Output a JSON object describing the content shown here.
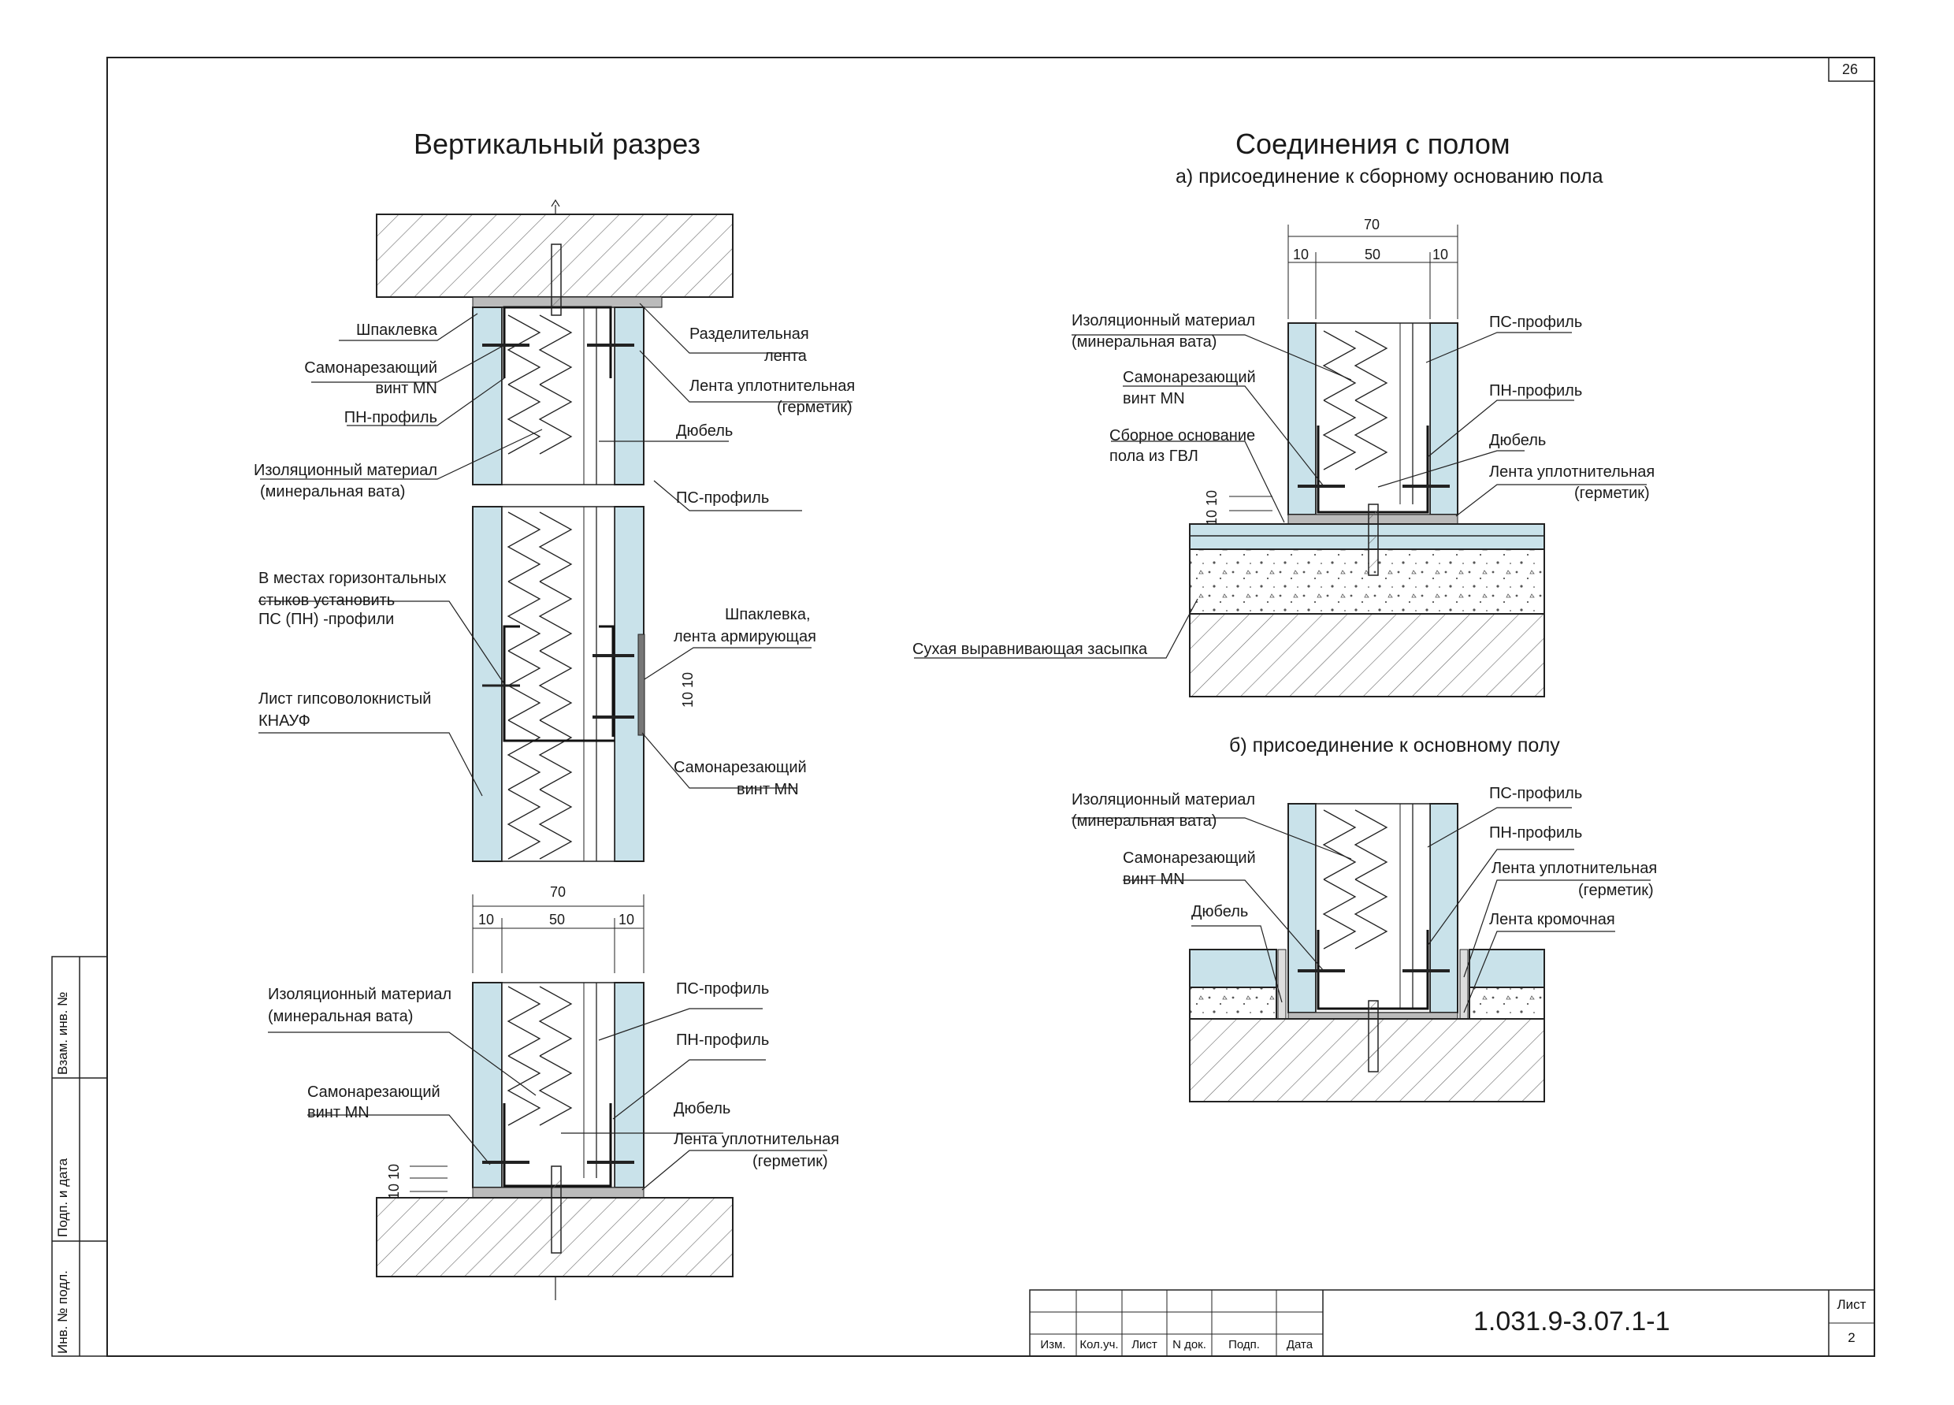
{
  "sheet": {
    "page_number": "26",
    "document_code": "1.031.9-3.07.1-1",
    "sheet_label": "Лист",
    "sheet_number": "2"
  },
  "title_block": {
    "columns": [
      "Изм.",
      "Кол.уч.",
      "Лист",
      "N док.",
      "Подп.",
      "Дата"
    ]
  },
  "side_stamps": [
    "Взам. инв. №",
    "Подп. и дата",
    "Инв. № подл."
  ],
  "left": {
    "title": "Вертикальный разрез",
    "labels": {
      "shpaklevka": "Шпаклевка",
      "vint1_a": "Самонарезающий",
      "vint1_b": "винт MN",
      "pn": "ПН-профиль",
      "izol_a": "Изоляционный материал",
      "izol_b": "(минеральная вата)",
      "razd_a": "Разделительная",
      "razd_b": "лента",
      "lenta_a": "Лента уплотнительная",
      "lenta_b": "(герметик)",
      "dubel": "Дюбель",
      "ps": "ПС-профиль",
      "styk_a": "В местах горизонтальных",
      "styk_b": "стыков установить",
      "styk_c": "ПС (ПН) -профили",
      "list_a": "Лист гипсоволокнистый",
      "list_b": "КНАУФ",
      "shp2_a": "Шпаклевка,",
      "shp2_b": "лента армирующая",
      "vint2_a": "Самонарезающий",
      "vint2_b": "винт MN",
      "dim_1010": "10 10"
    },
    "bottom": {
      "dim_total": "70",
      "dim_left": "10",
      "dim_mid": "50",
      "dim_right": "10",
      "izol_a": "Изоляционный материал",
      "izol_b": "(минеральная вата)",
      "ps": "ПС-профиль",
      "pn": "ПН-профиль",
      "vint_a": "Самонарезающий",
      "vint_b": "винт MN",
      "dubel": "Дюбель",
      "lenta_a": "Лента уплотнительная",
      "lenta_b": "(герметик)",
      "dim_1010": "10 10"
    }
  },
  "right": {
    "title": "Соединения с полом",
    "a": {
      "subtitle": "а) присоединение к сборному основанию пола",
      "dim_total": "70",
      "dim_left": "10",
      "dim_mid": "50",
      "dim_right": "10",
      "izol_a": "Изоляционный материал",
      "izol_b": "(минеральная вата)",
      "vint_a": "Самонарезающий",
      "vint_b": "винт MN",
      "osn_a": "Сборное основание",
      "osn_b": "пола из ГВЛ",
      "ps": "ПС-профиль",
      "pn": "ПН-профиль",
      "dubel": "Дюбель",
      "lenta_a": "Лента уплотнительная",
      "lenta_b": "(герметик)",
      "zasypka": "Сухая выравнивающая засыпка",
      "dim_1010": "10 10"
    },
    "b": {
      "subtitle": "б) присоединение к основному полу",
      "izol_a": "Изоляционный материал",
      "izol_b": "(минеральная вата)",
      "vint_a": "Самонарезающий",
      "vint_b": "винт MN",
      "dubel": "Дюбель",
      "ps": "ПС-профиль",
      "pn": "ПН-профиль",
      "lenta_a": "Лента уплотнительная",
      "lenta_b": "(герметик)",
      "kromka": "Лента кромочная"
    }
  },
  "colors": {
    "board": "#c9e2ea",
    "line": "#1a1a1a",
    "hatch": "#555555"
  }
}
